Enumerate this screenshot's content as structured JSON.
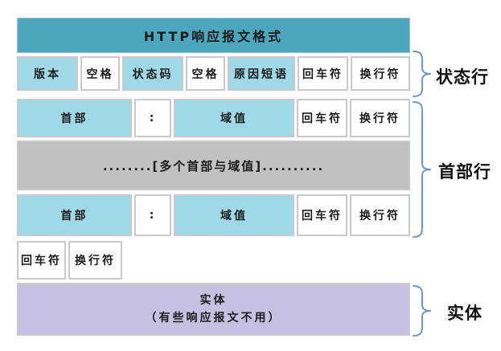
{
  "diagram": {
    "title": "HTTP响应报文格式",
    "status_row": [
      {
        "text": "版本"
      },
      {
        "text": "空格"
      },
      {
        "text": "状态码"
      },
      {
        "text": "空格"
      },
      {
        "text": "原因短语"
      },
      {
        "text": "回车符"
      },
      {
        "text": "换行符"
      }
    ],
    "header_row1": [
      {
        "text": "首部"
      },
      {
        "text": ":"
      },
      {
        "text": "域值"
      },
      {
        "text": "回车符"
      },
      {
        "text": "换行符"
      }
    ],
    "ellipsis_text": "........[多个首部与域值]..........",
    "header_row2": [
      {
        "text": "首部"
      },
      {
        "text": ":"
      },
      {
        "text": "域值"
      },
      {
        "text": "回车符"
      },
      {
        "text": "换行符"
      }
    ],
    "crlf_row": [
      {
        "text": "回车符"
      },
      {
        "text": "换行符"
      }
    ],
    "entity": {
      "line1": "实体",
      "line2": "（有些响应报文不用）"
    }
  },
  "annotations": {
    "status_line": "状态行",
    "header_lines": "首部行",
    "entity": "实体"
  },
  "colors": {
    "title_bg": "#4ba6be",
    "cell_cyan": "#9fd8e6",
    "cell_white": "#ffffff",
    "band_gray": "#c1c1c1",
    "band_purple": "#c6c0e2",
    "cell_border": "#c9c9c9",
    "brace": "#6f94c8",
    "text": "#1c1c1c"
  }
}
